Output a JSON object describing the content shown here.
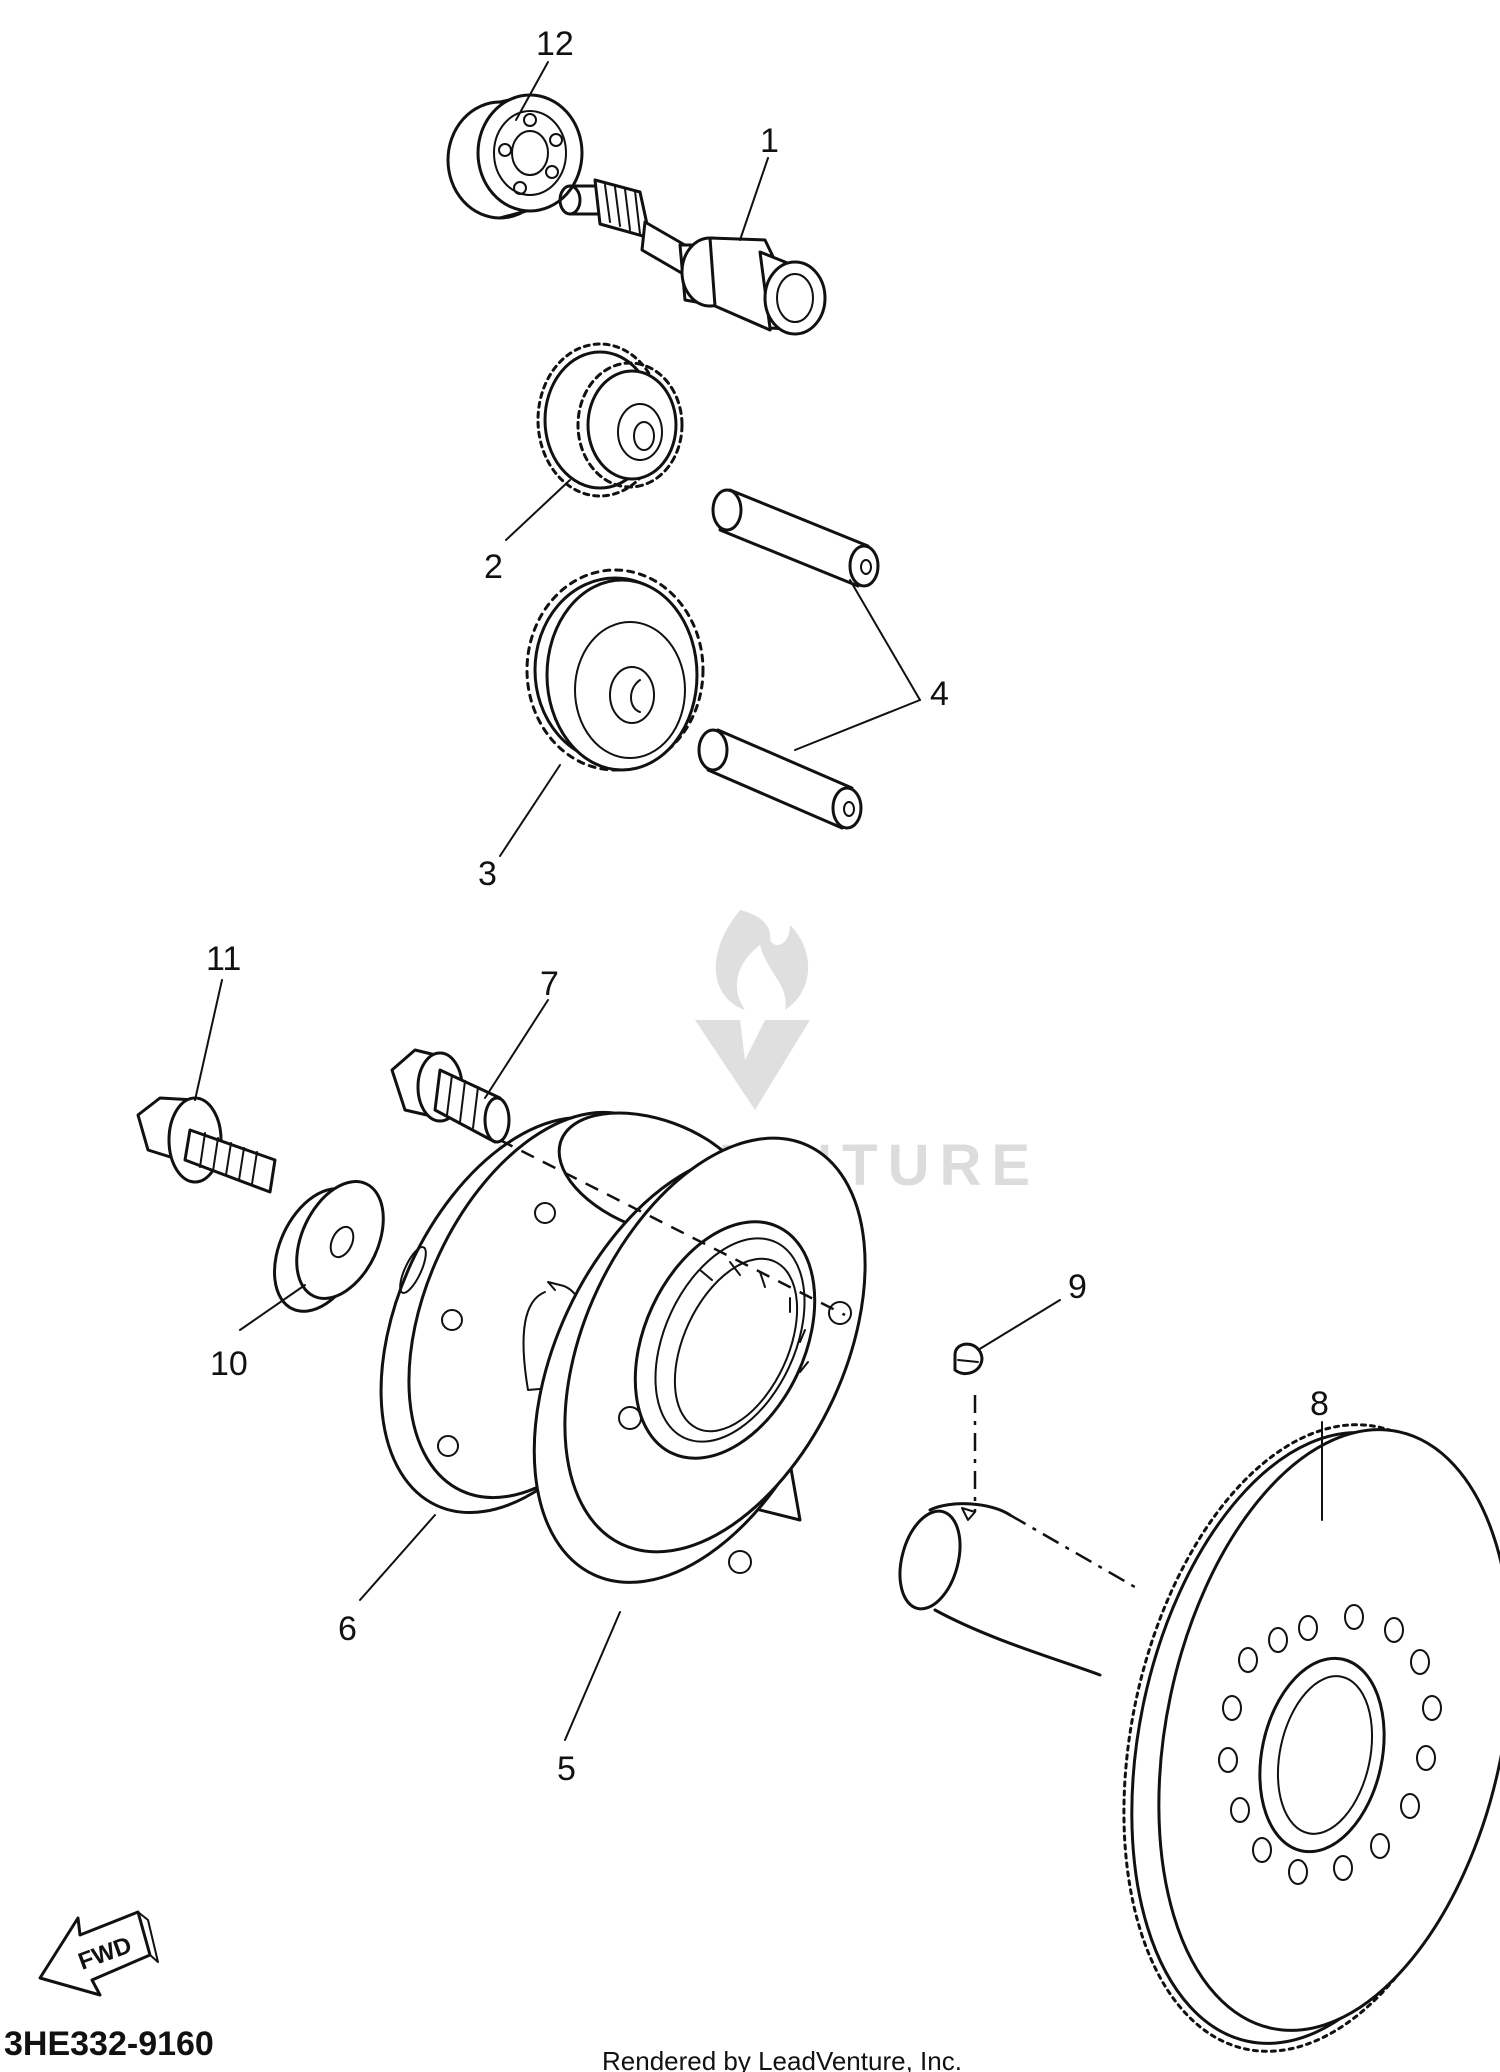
{
  "diagram": {
    "part_callouts": [
      "1",
      "2",
      "3",
      "4",
      "5",
      "6",
      "7",
      "8",
      "9",
      "10",
      "11",
      "12"
    ],
    "direction_arrow_label": "FWD",
    "diagram_code": "3HE332-9160",
    "render_credit": "Rendered by LeadVenture, Inc.",
    "watermark_text": "LEADVENTURE",
    "watermark_logo": "leadventure-flame-logo",
    "colors": {
      "line": "#111111",
      "background": "#ffffff",
      "watermark": "#d9d9d9"
    }
  }
}
